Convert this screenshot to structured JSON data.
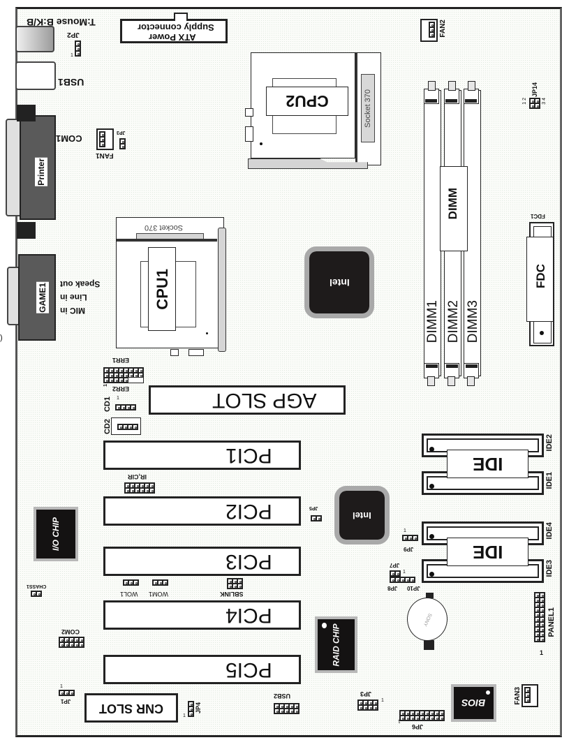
{
  "title": "Motherboard layout diagram",
  "rear_io": {
    "mouse_kb": "T:Mouse B:K/B",
    "usb1": "USB1",
    "com1": "COM1",
    "printer": "Printer",
    "game1": "GAME1",
    "speak_out": "Speak out",
    "line_in": "Line in",
    "mic_in": "MIC in"
  },
  "power": {
    "line1": "ATX Power",
    "line2": "Supply connector"
  },
  "jumpers": {
    "jp1": "JP1",
    "jp2": "JP2",
    "jp3_top": "JP3",
    "jp3_bottom": "JP3",
    "jp4": "JP4",
    "jp5": "JP5",
    "jp6": "JP6",
    "jp7": "JP7",
    "jp8": "JP8",
    "jp9": "JP9",
    "jp10": "JP10",
    "jp14": "JP14",
    "pin1": "1",
    "jp14_pins_left": "1 2",
    "jp14_pins_right": "3 4"
  },
  "fans": {
    "fan1": "FAN1",
    "fan2": "FAN2",
    "fan3": "FAN3"
  },
  "cpu": {
    "cpu1": "CPU1",
    "cpu2": "CPU2",
    "socket": "Socket 370"
  },
  "memory": {
    "dimm_block": "DIMM",
    "slots": [
      "DIMM1",
      "DIMM2",
      "DIMM3"
    ]
  },
  "chips": {
    "northbridge": "Intel",
    "southbridge": "Intel",
    "io_chip": "I/O CHIP",
    "raid_chip": "RAID CHIP",
    "bios": "BIOS",
    "battery": "SONY"
  },
  "headers": {
    "err1": "ERR1",
    "err2": "ERR2",
    "cd1": "CD1",
    "cd2": "CD2",
    "ir_cir": "IR,CIR",
    "wol1": "WOL1",
    "wom1": "WOM1",
    "sblink": "SBLINK",
    "chass1": "CHASS1",
    "com2": "COM2",
    "usb2": "USB2",
    "panel1": "PANEL1",
    "fdc1": "FDC1"
  },
  "slots": {
    "agp": "AGP SLOT",
    "pci": [
      "PCI1",
      "PCI2",
      "PCI3",
      "PCI4",
      "PCI5"
    ],
    "cnr": "CNR SLOT"
  },
  "drives": {
    "fdc": "FDC",
    "ide_label": "IDE",
    "ide1": "IDE1",
    "ide2": "IDE2",
    "ide3": "IDE3",
    "ide4": "IDE4"
  },
  "edge_mark": ")"
}
